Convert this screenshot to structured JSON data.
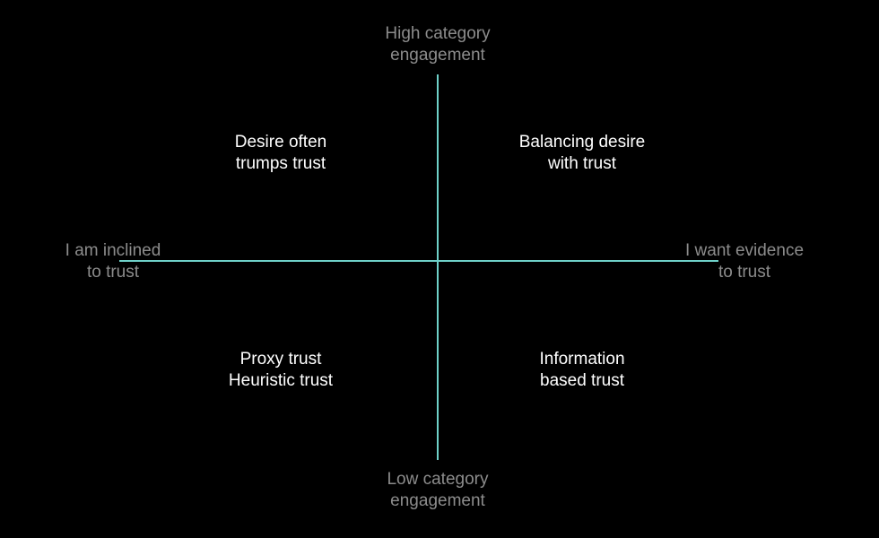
{
  "axes": {
    "top": "High category\nengagement",
    "bottom": "Low category\nengagement",
    "left": "I am inclined\nto trust",
    "right": "I want evidence\nto trust",
    "line_color": "#6fd1c9"
  },
  "quadrants": {
    "top_left": "Desire often\ntrumps trust",
    "top_right": "Balancing desire\nwith trust",
    "bottom_left": "Proxy trust\nHeuristic trust",
    "bottom_right": "Information\nbased trust"
  }
}
